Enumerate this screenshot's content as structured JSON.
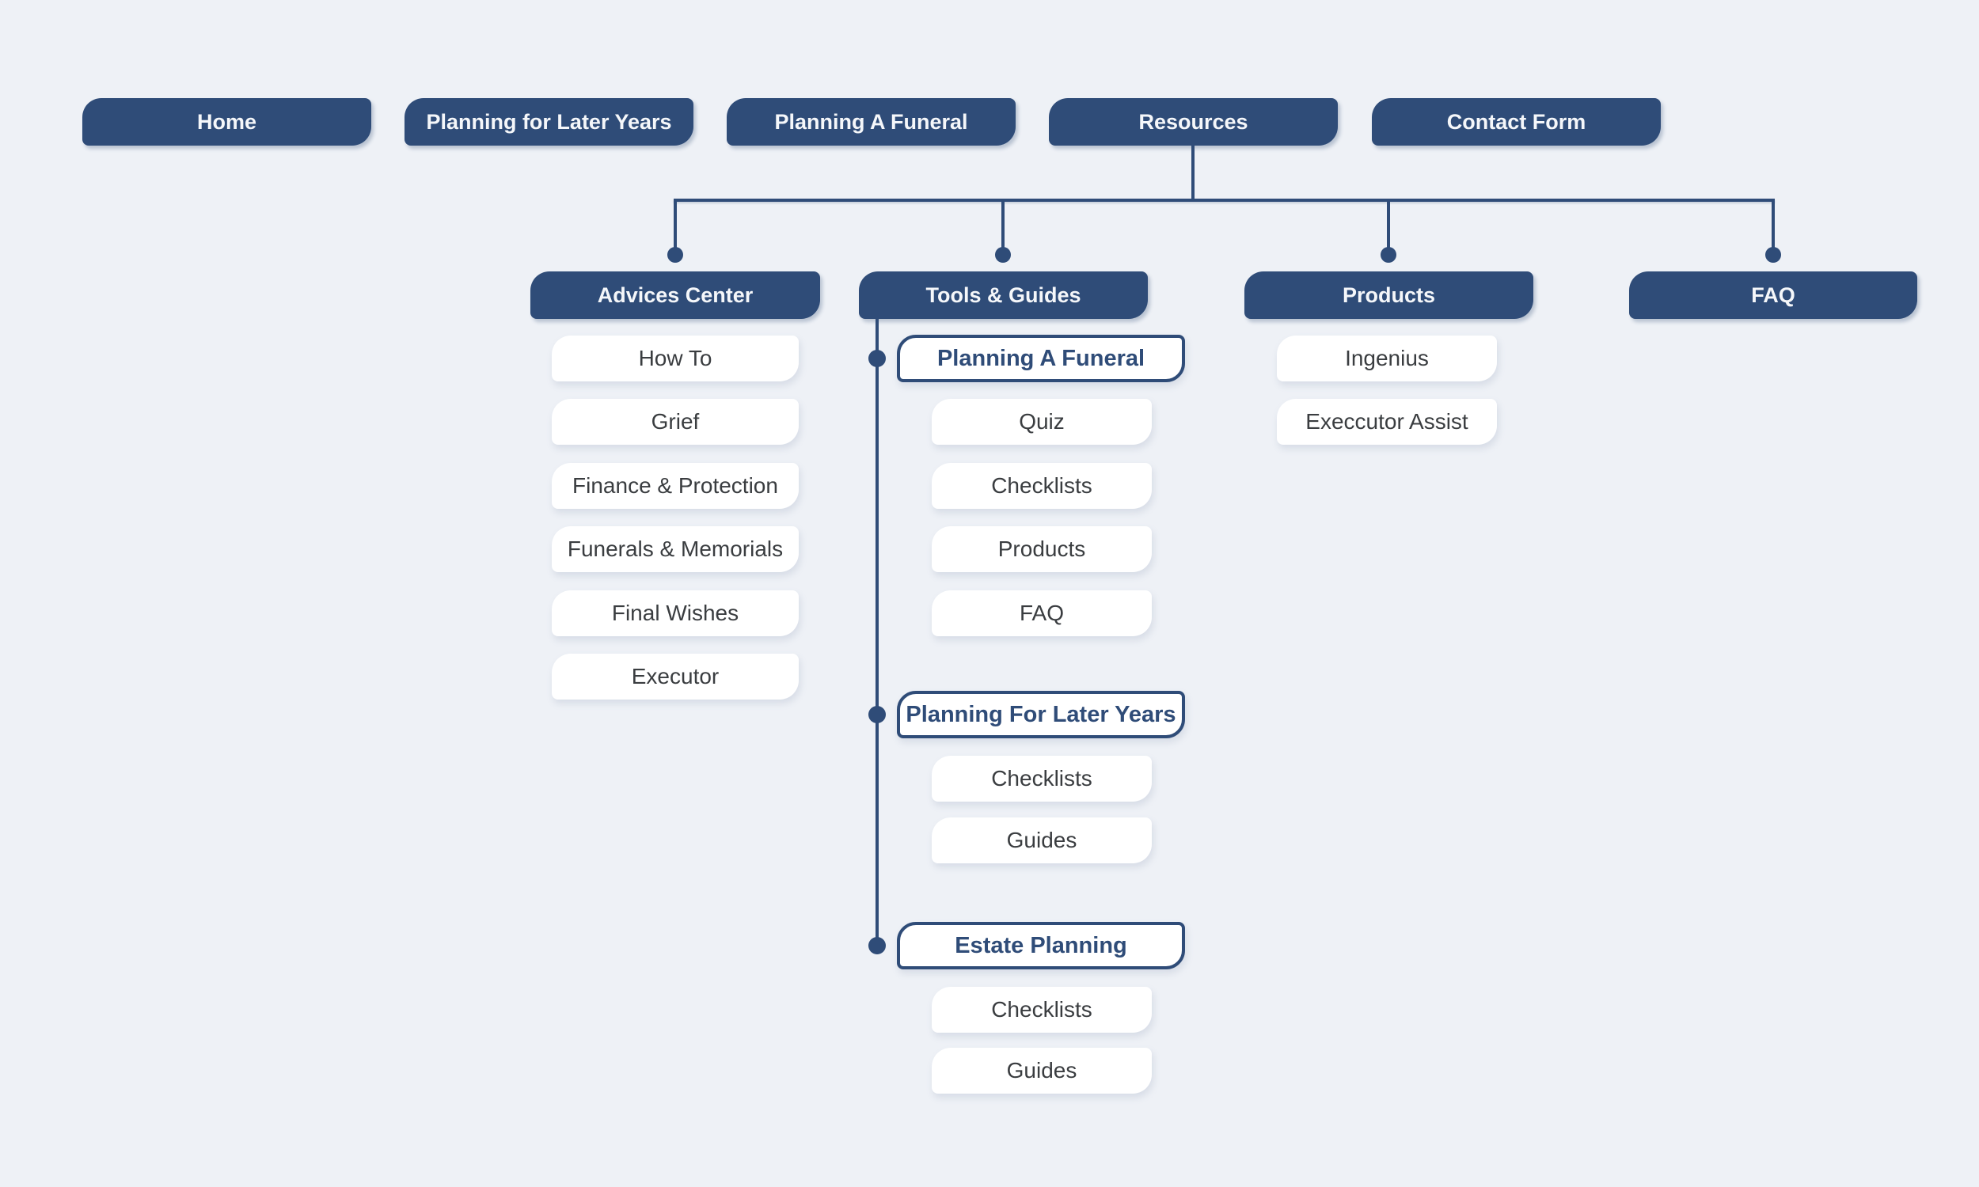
{
  "colors": {
    "background": "#eef1f6",
    "primary_blue": "#2f4c78",
    "card_background": "#ffffff",
    "card_text": "#3a3d40"
  },
  "nav": [
    "Home",
    "Planning for Later Years",
    "Planning A Funeral",
    "Resources",
    "Contact Form"
  ],
  "advices": {
    "title": "Advices Center",
    "items": [
      "How To",
      "Grief",
      "Finance & Protection",
      "Funerals & Memorials",
      "Final Wishes",
      "Executor"
    ]
  },
  "tools": {
    "title": "Tools & Guides",
    "groups": [
      {
        "title": "Planning A Funeral",
        "items": [
          "Quiz",
          "Checklists",
          "Products",
          "FAQ"
        ]
      },
      {
        "title": "Planning For Later Years",
        "items": [
          "Checklists",
          "Guides"
        ]
      },
      {
        "title": "Estate Planning",
        "items": [
          "Checklists",
          "Guides"
        ]
      }
    ]
  },
  "products": {
    "title": "Products",
    "items": [
      "Ingenius",
      "Execcutor Assist"
    ]
  },
  "faq": {
    "title": "FAQ"
  }
}
